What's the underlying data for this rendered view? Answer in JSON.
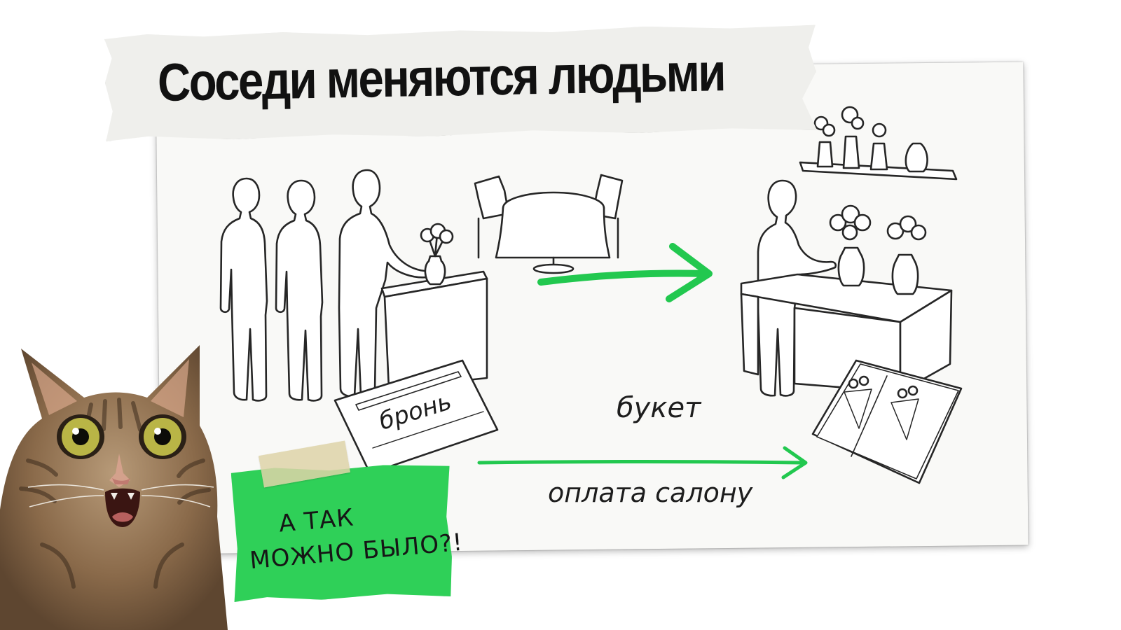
{
  "title": "Соседи меняются людьми",
  "labels": {
    "booking": "бронь",
    "bouquet": "букет",
    "payment": "оплата салону"
  },
  "sticky_note": {
    "line1": "А ТАК",
    "line2": "МОЖНО БЫЛО?!"
  },
  "colors": {
    "accent_green": "#2fd058",
    "arrow_green": "#22c84f",
    "ink": "#1d1d1d"
  }
}
